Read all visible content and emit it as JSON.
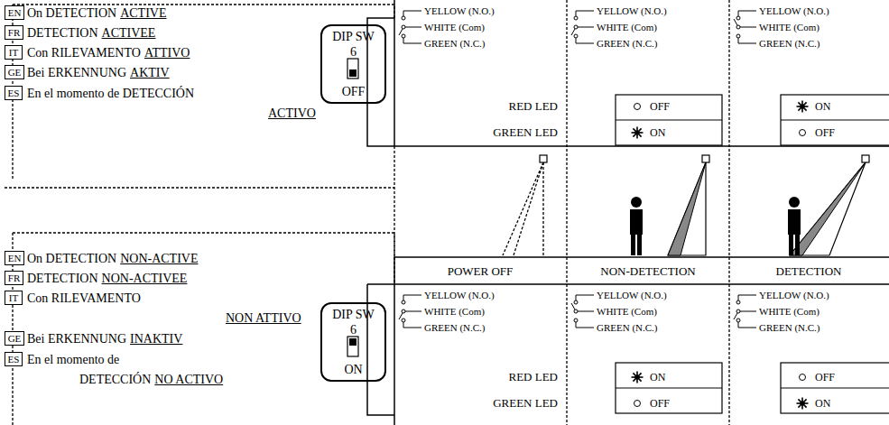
{
  "diagram": {
    "nodes": [
      {
        "text": [
          "EN"
        ]
      },
      {
        "text": [
          "FR"
        ]
      },
      {
        "text": [
          "IT"
        ]
      },
      {
        "text": [
          "GE"
        ]
      },
      {
        "text": [
          "ES"
        ]
      },
      {
        "text": [
          "DIP SW",
          "6",
          "OFF"
        ]
      },
      {
        "text": [
          "EN"
        ]
      },
      {
        "text": [
          "FR"
        ]
      },
      {
        "text": [
          "IT"
        ]
      },
      {
        "text": [
          "GE"
        ]
      },
      {
        "text": [
          "ES"
        ]
      },
      {
        "text": [
          "DIP SW",
          "6",
          "ON"
        ]
      }
    ],
    "labels": [
      "On DETECTION",
      "ACTIVE",
      "DETECTION",
      "ACTIVEE",
      "Con RILEVAMENTO",
      "ATTIVO",
      "Bei ERKENNUNG",
      "AKTIV",
      "En el momento de DETECCIÓN",
      "ACTIVO",
      "YELLOW (N.O.)",
      "WHITE (Com)",
      "GREEN (N.C.)",
      "YELLOW (N.O.)",
      "WHITE (Com)",
      "GREEN (N.C.)",
      "YELLOW (N.O.)",
      "WHITE (Com)",
      "GREEN (N.C.)",
      "RED LED",
      "GREEN LED",
      "OFF",
      "ON",
      "ON",
      "OFF",
      "POWER OFF",
      "NON-DETECTION",
      "DETECTION",
      "On DETECTION",
      "NON-ACTIVE",
      "DETECTION",
      "NON-ACTIVEE",
      "Con RILEVAMENTO",
      "NON ATTIVO",
      "Bei ERKENNUNG",
      "INAKTIV",
      "En el momento de",
      "DETECCIÓN",
      "NO ACTIVO",
      "YELLOW (N.O.)",
      "WHITE (Com)",
      "GREEN (N.C.)",
      "YELLOW (N.O.)",
      "WHITE (Com)",
      "GREEN (N.C.)",
      "YELLOW (N.O.)",
      "WHITE (Com)",
      "GREEN (N.C.)",
      "RED LED",
      "GREEN LED",
      "ON",
      "OFF",
      "OFF",
      "ON"
    ]
  }
}
